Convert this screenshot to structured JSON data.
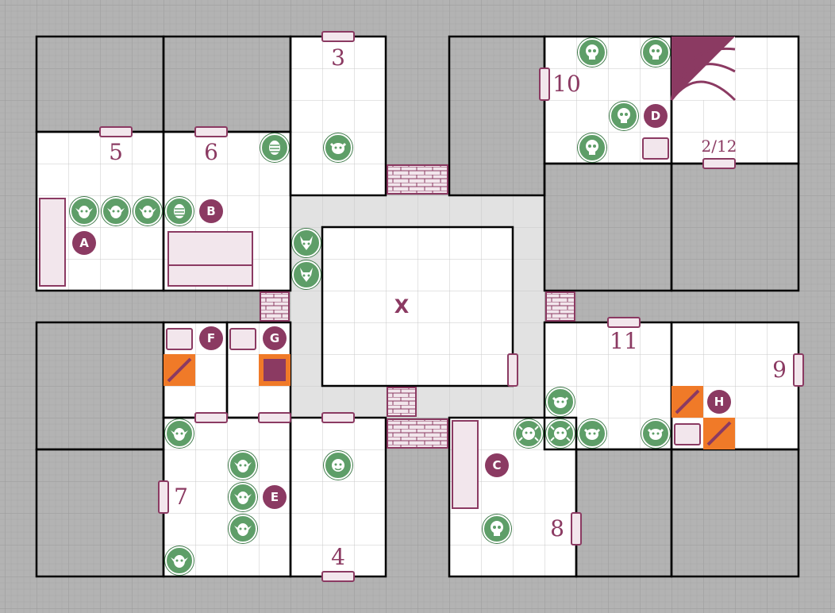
{
  "room_labels": [
    "3",
    "5",
    "6",
    "10",
    "2/12",
    "X",
    "11",
    "9",
    "7",
    "4",
    "8"
  ],
  "markers": [
    "A",
    "B",
    "C",
    "D",
    "E",
    "F",
    "G",
    "H"
  ],
  "colors": {
    "floor": "#ffffff",
    "outside": "#b3b3b3",
    "corridor": "#e2e2e2",
    "wall": "#000000",
    "accent": "#8b3a62",
    "monster": "#5e9e68",
    "trap": "#f07a28"
  },
  "icons": [
    "skull-icon",
    "goblin-icon",
    "orc-icon",
    "chaos-warrior-icon",
    "ghoul-icon",
    "mummy-icon",
    "door-icon",
    "rubble-icon",
    "chest-icon",
    "trap-icon",
    "stairs-icon",
    "tomb-icon",
    "weapon-rack-icon"
  ]
}
